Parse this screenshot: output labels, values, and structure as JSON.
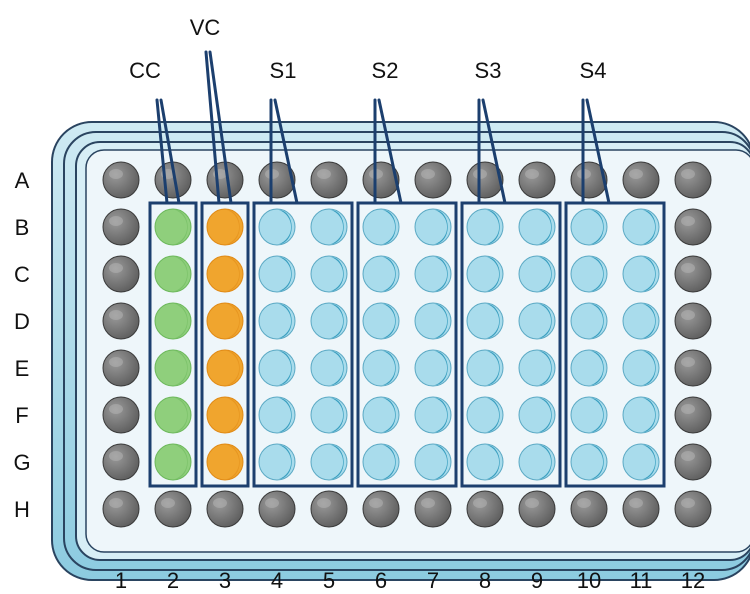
{
  "plate": {
    "row_labels": [
      "A",
      "B",
      "C",
      "D",
      "E",
      "F",
      "G",
      "H"
    ],
    "column_labels": [
      "1",
      "2",
      "3",
      "4",
      "5",
      "6",
      "7",
      "8",
      "9",
      "10",
      "11",
      "12"
    ]
  },
  "groups": [
    {
      "id": "cc",
      "label": "CC",
      "columns": [
        2
      ],
      "rows": [
        "B",
        "C",
        "D",
        "E",
        "F",
        "G"
      ],
      "fill": "green"
    },
    {
      "id": "vc",
      "label": "VC",
      "columns": [
        3
      ],
      "rows": [
        "B",
        "C",
        "D",
        "E",
        "F",
        "G"
      ],
      "fill": "orange"
    },
    {
      "id": "s1",
      "label": "S1",
      "columns": [
        4,
        5
      ],
      "rows": [
        "B",
        "C",
        "D",
        "E",
        "F",
        "G"
      ],
      "fill": "light-blue"
    },
    {
      "id": "s2",
      "label": "S2",
      "columns": [
        6,
        7
      ],
      "rows": [
        "B",
        "C",
        "D",
        "E",
        "F",
        "G"
      ],
      "fill": "light-blue"
    },
    {
      "id": "s3",
      "label": "S3",
      "columns": [
        8,
        9
      ],
      "rows": [
        "B",
        "C",
        "D",
        "E",
        "F",
        "G"
      ],
      "fill": "light-blue"
    },
    {
      "id": "s4",
      "label": "S4",
      "columns": [
        10,
        11
      ],
      "rows": [
        "B",
        "C",
        "D",
        "E",
        "F",
        "G"
      ],
      "fill": "light-blue"
    }
  ],
  "colors": {
    "empty_well": "#6e6e6e",
    "green": "#8fcf7c",
    "orange": "#f0a52e",
    "light-blue": "#a9dcec",
    "outline": "#1c3f6e",
    "plate_frame": "#9fd3e3"
  }
}
